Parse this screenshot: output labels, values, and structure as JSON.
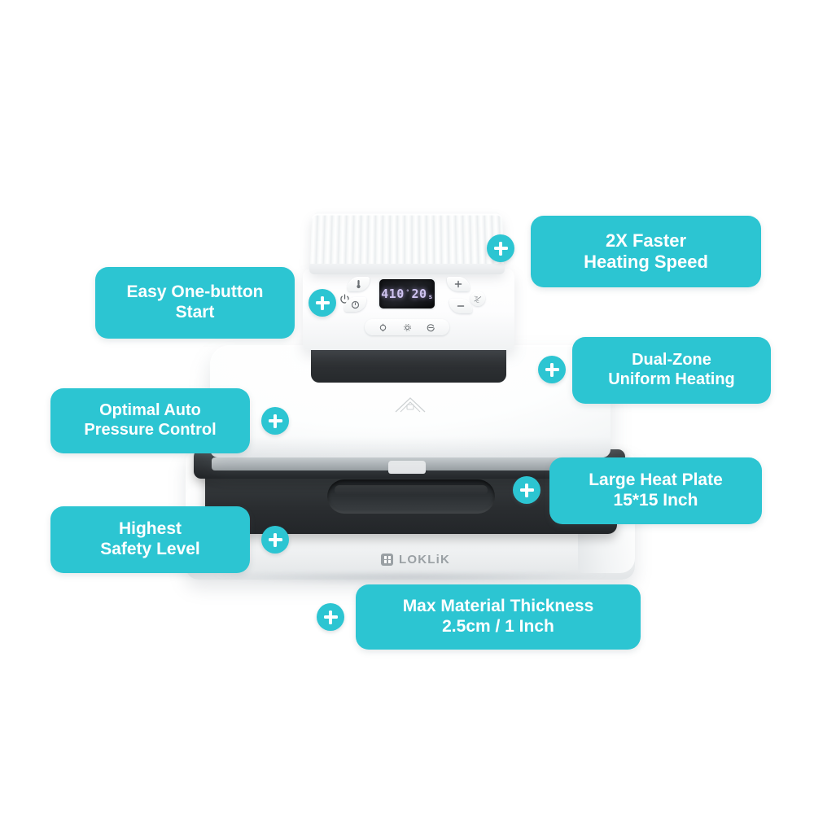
{
  "page": {
    "title": "LOKLiK Heat Press Feature Infographic",
    "background_color": "#ffffff",
    "accent_color": "#2cc5d2",
    "label_text_color": "#ffffff"
  },
  "product": {
    "brand_name": "LOKLiK",
    "brand_mark_icon": "loklik-logo-icon",
    "display": {
      "temperature": "410",
      "degree_symbol": "°",
      "time": "20",
      "time_unit": "s",
      "readout": "410°20s",
      "glow_color": "#cfc3f0"
    },
    "controls": {
      "power_button_icon": "power-icon",
      "temperature_button_icon": "thermometer-icon",
      "timer_button_icon": "timer-icon",
      "increase_button_icon": "plus-icon",
      "decrease_button_icon": "minus-icon",
      "unit_button_icon": "unit-toggle-icon",
      "presets": [
        {
          "icon": "preset-circle-icon"
        },
        {
          "icon": "preset-gear-icon"
        },
        {
          "icon": "preset-refresh-icon"
        }
      ]
    },
    "parts": {
      "lid_icon": "ribbed-lid",
      "control_head_icon": "control-panel",
      "hinge_icon": "hinge-arm",
      "press_body_icon": "press-body",
      "heat_plate_icon": "heat-plate",
      "drawer_icon": "base-drawer",
      "base_icon": "base-platform",
      "emblem_icon": "heat-press-emblem"
    }
  },
  "callouts": [
    {
      "id": "heating-speed",
      "lines": [
        "2X Faster",
        "Heating Speed"
      ],
      "badge_icon": "plus-badge-icon"
    },
    {
      "id": "one-button-start",
      "lines": [
        "Easy One-button",
        "Start"
      ],
      "badge_icon": "plus-badge-icon"
    },
    {
      "id": "dual-zone-heating",
      "lines": [
        "Dual-Zone",
        "Uniform Heating"
      ],
      "badge_icon": "plus-badge-icon"
    },
    {
      "id": "pressure-control",
      "lines": [
        "Optimal Auto",
        "Pressure Control"
      ],
      "badge_icon": "plus-badge-icon"
    },
    {
      "id": "heat-plate-size",
      "lines": [
        "Large Heat Plate",
        "15*15 Inch"
      ],
      "badge_icon": "plus-badge-icon"
    },
    {
      "id": "safety-level",
      "lines": [
        "Highest",
        "Safety Level"
      ],
      "badge_icon": "plus-badge-icon"
    },
    {
      "id": "material-thickness",
      "lines": [
        "Max Material Thickness",
        "2.5cm / 1 Inch"
      ],
      "badge_icon": "plus-badge-icon"
    }
  ]
}
